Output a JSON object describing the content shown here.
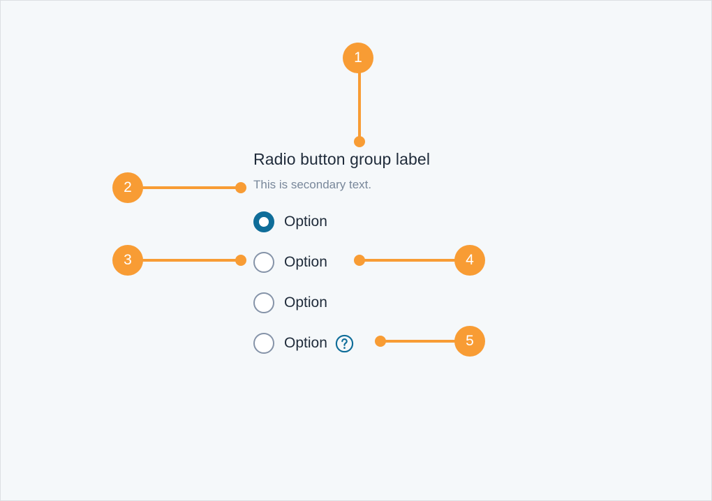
{
  "page": {
    "background_color": "#f5f8fa",
    "border_color": "#dcdfe3",
    "accent_color": "#f89c34",
    "control_color": "#0f6d99",
    "unselected_border_color": "#8593a8",
    "label_color": "#1f2b3a",
    "secondary_color": "#78879a"
  },
  "form": {
    "group_label": "Radio button group label",
    "secondary_text": "This is secondary text.",
    "options": [
      {
        "label": "Option",
        "selected": true,
        "has_help": false
      },
      {
        "label": "Option",
        "selected": false,
        "has_help": false
      },
      {
        "label": "Option",
        "selected": false,
        "has_help": false
      },
      {
        "label": "Option",
        "selected": false,
        "has_help": true
      }
    ],
    "help_icon_name": "help-question-icon"
  },
  "annotations": [
    {
      "number": "1",
      "target": "group-label"
    },
    {
      "number": "2",
      "target": "secondary-text"
    },
    {
      "number": "3",
      "target": "radio-mark"
    },
    {
      "number": "4",
      "target": "radio-label"
    },
    {
      "number": "5",
      "target": "help-icon"
    }
  ]
}
